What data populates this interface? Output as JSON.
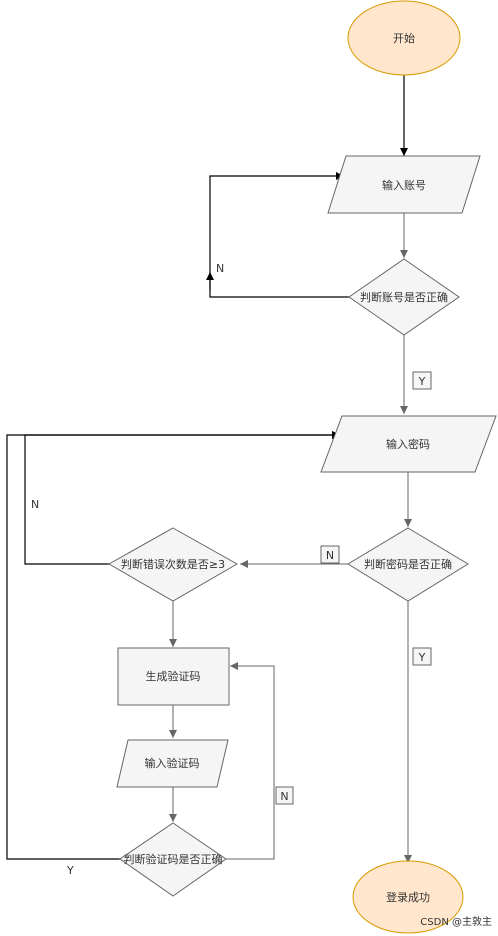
{
  "nodes": {
    "start": "开始",
    "input_account": "输入账号",
    "check_account": "判断账号是否正确",
    "input_password": "输入密码",
    "check_password": "判断密码是否正确",
    "check_error_count": "判断错误次数是否≥3",
    "generate_code": "生成验证码",
    "input_code": "输入验证码",
    "check_code": "判断验证码是否正确",
    "success": "登录成功"
  },
  "edge_labels": {
    "account_no": "N",
    "account_yes": "Y",
    "error_count_no": "N",
    "password_no": "N",
    "password_yes": "Y",
    "code_no": "N",
    "code_yes": "Y"
  },
  "watermark": "CSDN @主敦主",
  "colors": {
    "terminal_fill": "#ffe6cc",
    "terminal_stroke": "#d79b00",
    "shape_fill": "#f5f5f5",
    "shape_stroke": "#666666",
    "gray_line": "#666666",
    "black_line": "#000000"
  }
}
